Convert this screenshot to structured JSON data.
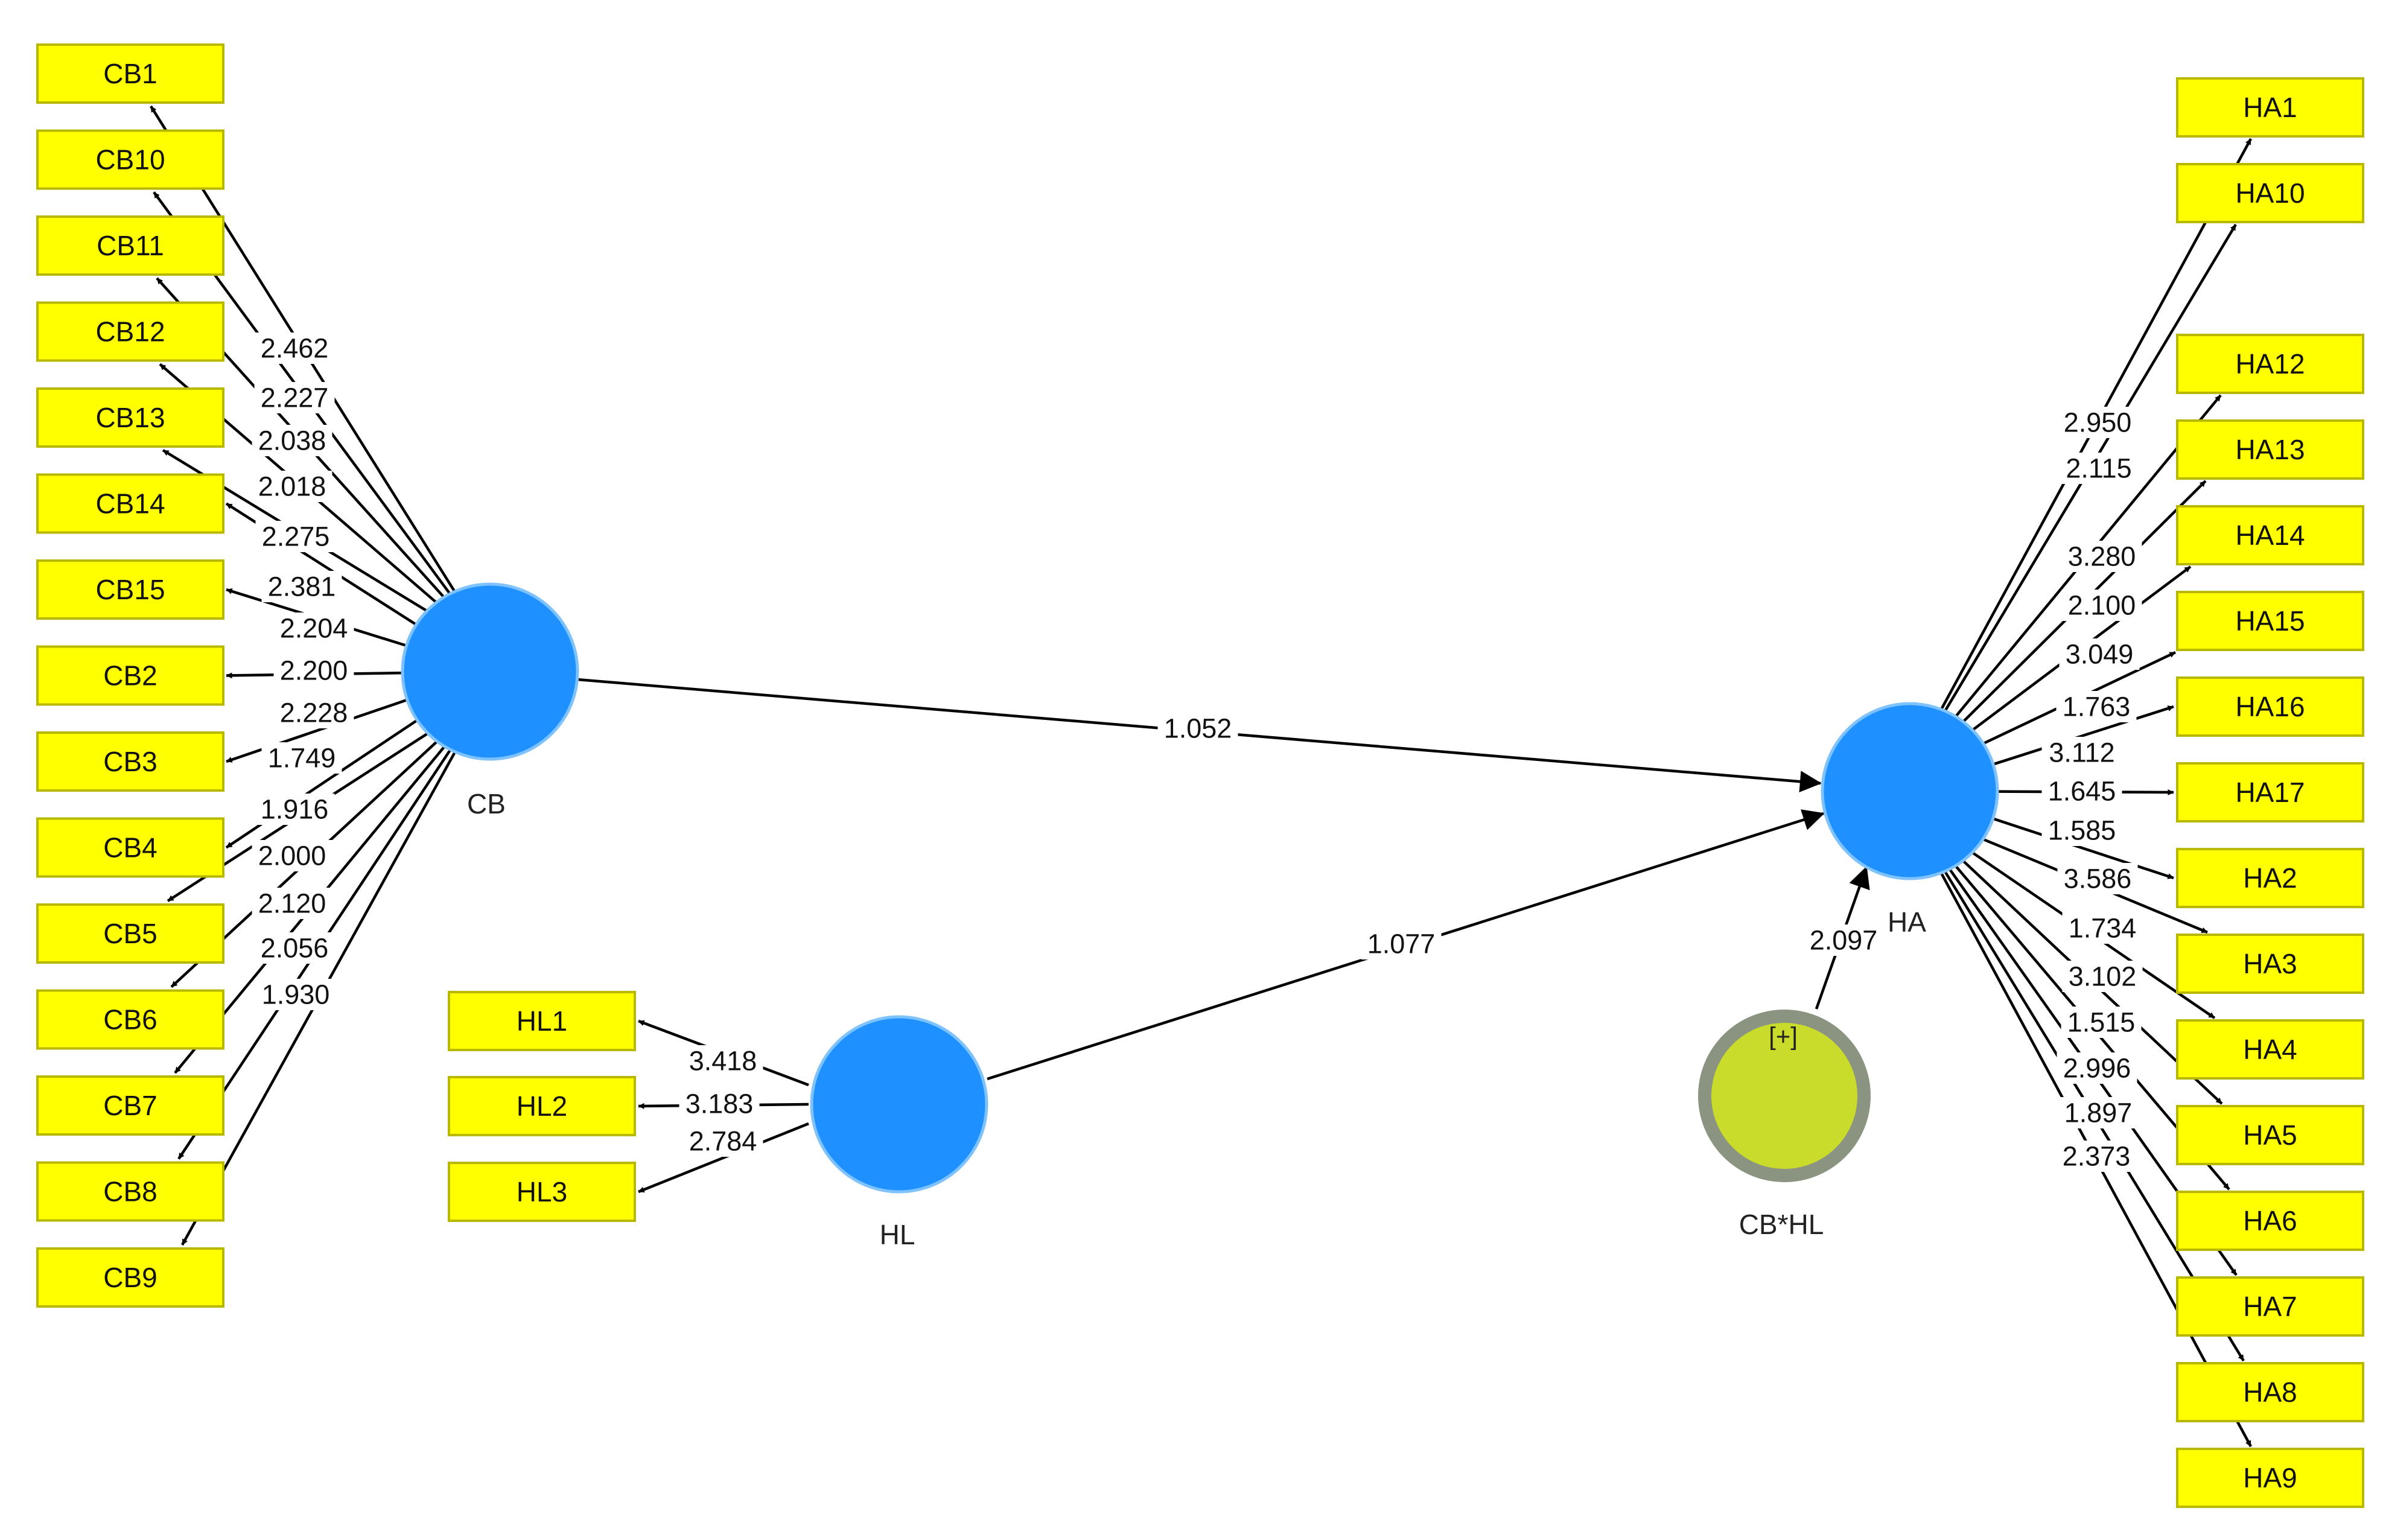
{
  "constructs": {
    "CB": {
      "label": "CB",
      "color": "#1e90ff"
    },
    "HL": {
      "label": "HL",
      "color": "#1e90ff"
    },
    "HA": {
      "label": "HA",
      "color": "#1e90ff"
    },
    "CBxHL": {
      "label": "CB*HL",
      "badge": "[+]",
      "color": "#c9dc2b",
      "ring_color": "#8a9480"
    }
  },
  "indicator_style": {
    "fill": "#ffff00",
    "border": "#b8b800"
  },
  "cb_indicators": [
    {
      "label": "CB1",
      "value": "2.462"
    },
    {
      "label": "CB10",
      "value": "2.227"
    },
    {
      "label": "CB11",
      "value": "2.038"
    },
    {
      "label": "CB12",
      "value": "2.018"
    },
    {
      "label": "CB13",
      "value": "2.275"
    },
    {
      "label": "CB14",
      "value": "2.381"
    },
    {
      "label": "CB15",
      "value": "2.204"
    },
    {
      "label": "CB2",
      "value": "2.200"
    },
    {
      "label": "CB3",
      "value": "2.228"
    },
    {
      "label": "CB4",
      "value": "1.749"
    },
    {
      "label": "CB5",
      "value": "1.916"
    },
    {
      "label": "CB6",
      "value": "2.000"
    },
    {
      "label": "CB7",
      "value": "2.120"
    },
    {
      "label": "CB8",
      "value": "2.056"
    },
    {
      "label": "CB9",
      "value": "1.930"
    }
  ],
  "hl_indicators": [
    {
      "label": "HL1",
      "value": "3.418"
    },
    {
      "label": "HL2",
      "value": "3.183"
    },
    {
      "label": "HL3",
      "value": "2.784"
    }
  ],
  "ha_indicators": [
    {
      "label": "HA1",
      "value": "2.950"
    },
    {
      "label": "HA10",
      "value": "2.115"
    },
    {
      "label": "HA12",
      "value": "3.280"
    },
    {
      "label": "HA13",
      "value": "2.100"
    },
    {
      "label": "HA14",
      "value": "3.049"
    },
    {
      "label": "HA15",
      "value": "1.763"
    },
    {
      "label": "HA16",
      "value": "3.112"
    },
    {
      "label": "HA17",
      "value": "1.645"
    },
    {
      "label": "HA2",
      "value": "1.585"
    },
    {
      "label": "HA3",
      "value": "3.586"
    },
    {
      "label": "HA4",
      "value": "1.734"
    },
    {
      "label": "HA5",
      "value": "3.102"
    },
    {
      "label": "HA6",
      "value": "1.515"
    },
    {
      "label": "HA7",
      "value": "2.996"
    },
    {
      "label": "HA8",
      "value": "1.897"
    },
    {
      "label": "HA9",
      "value": "2.373"
    }
  ],
  "paths": {
    "CB_to_HA": "1.052",
    "HL_to_HA": "1.077",
    "CBxHL_to_HA": "2.097"
  }
}
